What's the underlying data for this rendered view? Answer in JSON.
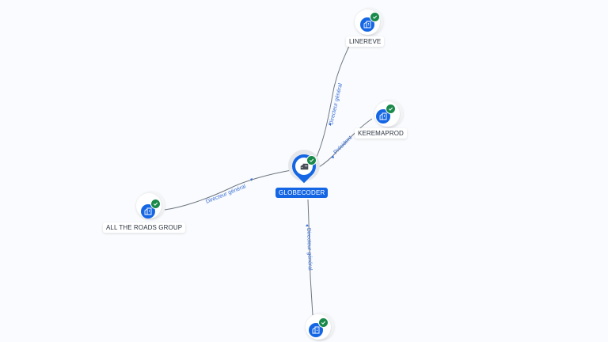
{
  "graph": {
    "center": {
      "label": "GLOBECODER",
      "icon": "building-icon",
      "verified": true
    },
    "nodes": [
      {
        "id": "linereve",
        "label": "LINEREVE",
        "icon": "building-icon",
        "verified": true
      },
      {
        "id": "keremaprod",
        "label": "KEREMAPROD",
        "icon": "building-icon",
        "verified": true
      },
      {
        "id": "all-the-roads-group",
        "label": "ALL THE ROADS GROUP",
        "icon": "building-icon",
        "verified": true
      },
      {
        "id": "bottom-company",
        "label": "",
        "icon": "building-icon",
        "verified": true
      }
    ],
    "edges": [
      {
        "from": "GLOBECODER",
        "to": "LINEREVE",
        "label": "Directeur général"
      },
      {
        "from": "GLOBECODER",
        "to": "KEREMAPROD",
        "label": "Président"
      },
      {
        "from": "GLOBECODER",
        "to": "ALL THE ROADS GROUP",
        "label": "Directeur général"
      },
      {
        "from": "GLOBECODER",
        "to": "bottom-company",
        "label": "Directeur général"
      }
    ]
  },
  "colors": {
    "background": "#f9fbfe",
    "node_blue": "#1466e4",
    "verified_green": "#1a8a4a",
    "edge_line": "#6f7680",
    "edge_label": "#3b6fd6"
  }
}
